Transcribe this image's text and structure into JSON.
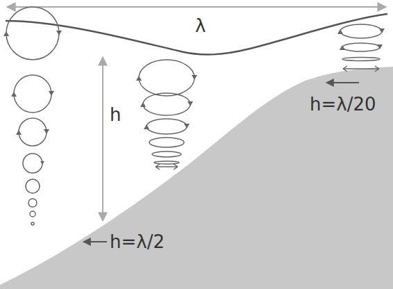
{
  "diagram": {
    "labels": [
      "λ",
      "h",
      "h=λ/20",
      "h=λ/2"
    ]
  }
}
